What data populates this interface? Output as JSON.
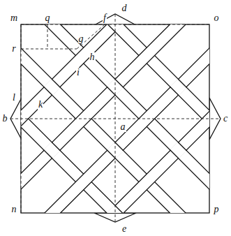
{
  "diagram": {
    "labels": [
      "m",
      "q",
      "f",
      "d",
      "o",
      "r",
      "g",
      "h",
      "i",
      "l",
      "k",
      "b",
      "a",
      "c",
      "n",
      "e",
      "p"
    ]
  }
}
